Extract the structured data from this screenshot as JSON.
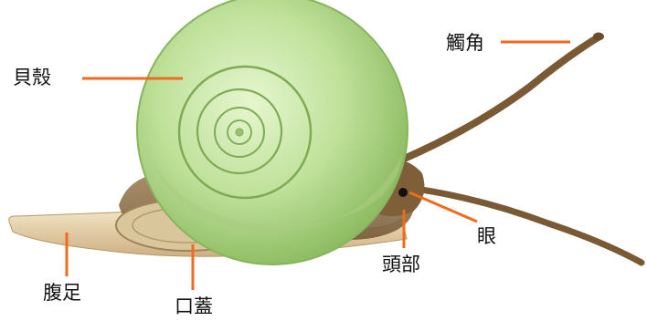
{
  "figure": {
    "labels": {
      "shell": "貝殼",
      "tentacle": "觸角",
      "eye": "眼",
      "head": "頭部",
      "foot": "腹足",
      "operculum": "口蓋"
    },
    "colors": {
      "leader_line": "#F26A1B",
      "shell_light": "#D6EEB6",
      "shell_mid": "#A9D27A",
      "shell_dark": "#7FAA55",
      "body_brown": "#8A6A3F",
      "body_dark": "#5E4526",
      "foot_cream": "#E9D6AE"
    }
  }
}
